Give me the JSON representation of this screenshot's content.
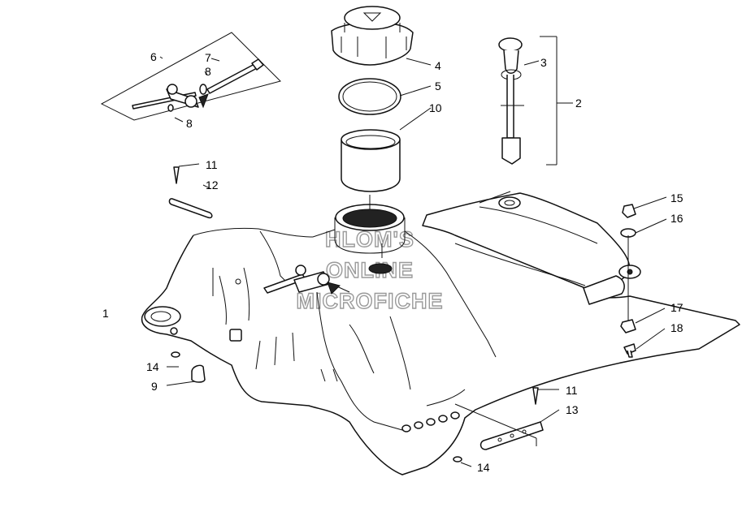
{
  "labels": {
    "l1": "1",
    "l2": "2",
    "l3": "3",
    "l4": "4",
    "l5": "5",
    "l6": "6",
    "l7": "7",
    "l8a": "8",
    "l8b": "8",
    "l9": "9",
    "l10": "10",
    "l11a": "11",
    "l11b": "11",
    "l12": "12",
    "l13": "13",
    "l14a": "14",
    "l14b": "14",
    "l15": "15",
    "l16": "16",
    "l17": "17",
    "l18": "18"
  },
  "watermark": {
    "line1": "HLOM'S",
    "line2": "ONLINE",
    "line3": "MICROFICHE"
  }
}
